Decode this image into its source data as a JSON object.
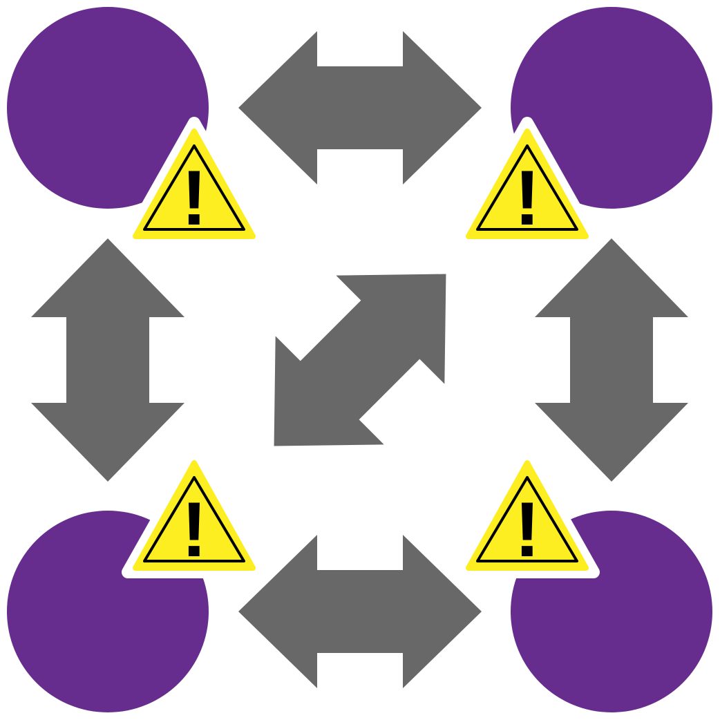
{
  "colors": {
    "background": "#ffffff",
    "node": "#672d8e",
    "arrow": "#686868",
    "warning_fill": "#fcee21",
    "warning_outline": "#000000",
    "warning_border": "#ffffff"
  },
  "nodes": [
    {
      "id": "top-left",
      "icon": "circle"
    },
    {
      "id": "top-right",
      "icon": "circle"
    },
    {
      "id": "bottom-left",
      "icon": "circle"
    },
    {
      "id": "bottom-right",
      "icon": "circle"
    }
  ],
  "arrows": [
    {
      "id": "top",
      "icon": "double-arrow-horizontal"
    },
    {
      "id": "bottom",
      "icon": "double-arrow-horizontal"
    },
    {
      "id": "left",
      "icon": "double-arrow-vertical"
    },
    {
      "id": "right",
      "icon": "double-arrow-vertical"
    },
    {
      "id": "center",
      "icon": "double-arrow-diagonal"
    }
  ],
  "warnings": [
    {
      "id": "top-left",
      "icon": "warning-icon",
      "glyph": "!"
    },
    {
      "id": "top-right",
      "icon": "warning-icon",
      "glyph": "!"
    },
    {
      "id": "bottom-left",
      "icon": "warning-icon",
      "glyph": "!"
    },
    {
      "id": "bottom-right",
      "icon": "warning-icon",
      "glyph": "!"
    }
  ]
}
